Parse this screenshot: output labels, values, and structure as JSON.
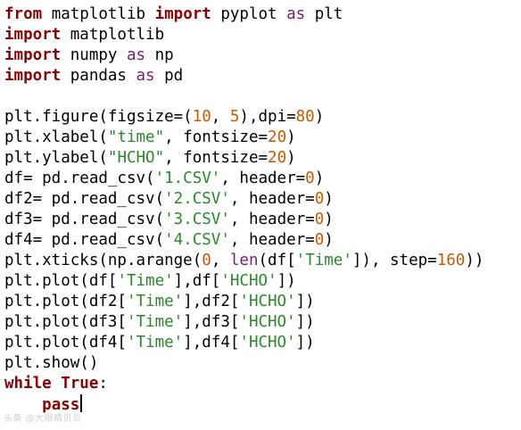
{
  "editor": {
    "colors": {
      "keyword": "#8b0000",
      "keyword_alt": "#7b1a7b",
      "string": "#2a8a2a",
      "number": "#c85a00",
      "text": "#000000",
      "background": "#ffffff"
    },
    "lines": [
      [
        {
          "t": "from",
          "c": "kw"
        },
        {
          "t": " matplotlib "
        },
        {
          "t": "import",
          "c": "kw"
        },
        {
          "t": " pyplot "
        },
        {
          "t": "as",
          "c": "kw2"
        },
        {
          "t": " plt"
        }
      ],
      [
        {
          "t": "import",
          "c": "kw"
        },
        {
          "t": " matplotlib"
        }
      ],
      [
        {
          "t": "import",
          "c": "kw"
        },
        {
          "t": " numpy "
        },
        {
          "t": "as",
          "c": "kw2"
        },
        {
          "t": " np"
        }
      ],
      [
        {
          "t": "import",
          "c": "kw"
        },
        {
          "t": " pandas "
        },
        {
          "t": "as",
          "c": "kw2"
        },
        {
          "t": " pd"
        }
      ],
      [],
      [
        {
          "t": "plt.figure(figsize=("
        },
        {
          "t": "10",
          "c": "num"
        },
        {
          "t": ", "
        },
        {
          "t": "5",
          "c": "num"
        },
        {
          "t": "),dpi="
        },
        {
          "t": "80",
          "c": "num"
        },
        {
          "t": ")"
        }
      ],
      [
        {
          "t": "plt.xlabel("
        },
        {
          "t": "\"time\"",
          "c": "str"
        },
        {
          "t": ", fontsize="
        },
        {
          "t": "20",
          "c": "num"
        },
        {
          "t": ")"
        }
      ],
      [
        {
          "t": "plt.ylabel("
        },
        {
          "t": "\"HCHO\"",
          "c": "str"
        },
        {
          "t": ", fontsize="
        },
        {
          "t": "20",
          "c": "num"
        },
        {
          "t": ")"
        }
      ],
      [
        {
          "t": "df= pd.read_csv("
        },
        {
          "t": "'1.CSV'",
          "c": "str"
        },
        {
          "t": ", header="
        },
        {
          "t": "0",
          "c": "num"
        },
        {
          "t": ")"
        }
      ],
      [
        {
          "t": "df2= pd.read_csv("
        },
        {
          "t": "'2.CSV'",
          "c": "str"
        },
        {
          "t": ", header="
        },
        {
          "t": "0",
          "c": "num"
        },
        {
          "t": ")"
        }
      ],
      [
        {
          "t": "df3= pd.read_csv("
        },
        {
          "t": "'3.CSV'",
          "c": "str"
        },
        {
          "t": ", header="
        },
        {
          "t": "0",
          "c": "num"
        },
        {
          "t": ")"
        }
      ],
      [
        {
          "t": "df4= pd.read_csv("
        },
        {
          "t": "'4.CSV'",
          "c": "str"
        },
        {
          "t": ", header="
        },
        {
          "t": "0",
          "c": "num"
        },
        {
          "t": ")"
        }
      ],
      [
        {
          "t": "plt.xticks(np.arange("
        },
        {
          "t": "0",
          "c": "num"
        },
        {
          "t": ", "
        },
        {
          "t": "len",
          "c": "kw2"
        },
        {
          "t": "(df["
        },
        {
          "t": "'Time'",
          "c": "str"
        },
        {
          "t": "]), step="
        },
        {
          "t": "160",
          "c": "num"
        },
        {
          "t": "))"
        }
      ],
      [
        {
          "t": "plt.plot(df["
        },
        {
          "t": "'Time'",
          "c": "str"
        },
        {
          "t": "],df["
        },
        {
          "t": "'HCHO'",
          "c": "str"
        },
        {
          "t": "])"
        }
      ],
      [
        {
          "t": "plt.plot(df2["
        },
        {
          "t": "'Time'",
          "c": "str"
        },
        {
          "t": "],df2["
        },
        {
          "t": "'HCHO'",
          "c": "str"
        },
        {
          "t": "])"
        }
      ],
      [
        {
          "t": "plt.plot(df3["
        },
        {
          "t": "'Time'",
          "c": "str"
        },
        {
          "t": "],df3["
        },
        {
          "t": "'HCHO'",
          "c": "str"
        },
        {
          "t": "])"
        }
      ],
      [
        {
          "t": "plt.plot(df4["
        },
        {
          "t": "'Time'",
          "c": "str"
        },
        {
          "t": "],df4["
        },
        {
          "t": "'HCHO'",
          "c": "str"
        },
        {
          "t": "])"
        }
      ],
      [
        {
          "t": "plt.show()"
        }
      ],
      [
        {
          "t": "while",
          "c": "kw"
        },
        {
          "t": " "
        },
        {
          "t": "True",
          "c": "kw"
        },
        {
          "t": ":"
        }
      ],
      [
        {
          "t": "    "
        },
        {
          "t": "pass",
          "c": "kw"
        }
      ]
    ],
    "cursor_line": 19
  },
  "watermark": "头条 @大眼睛贝贝"
}
